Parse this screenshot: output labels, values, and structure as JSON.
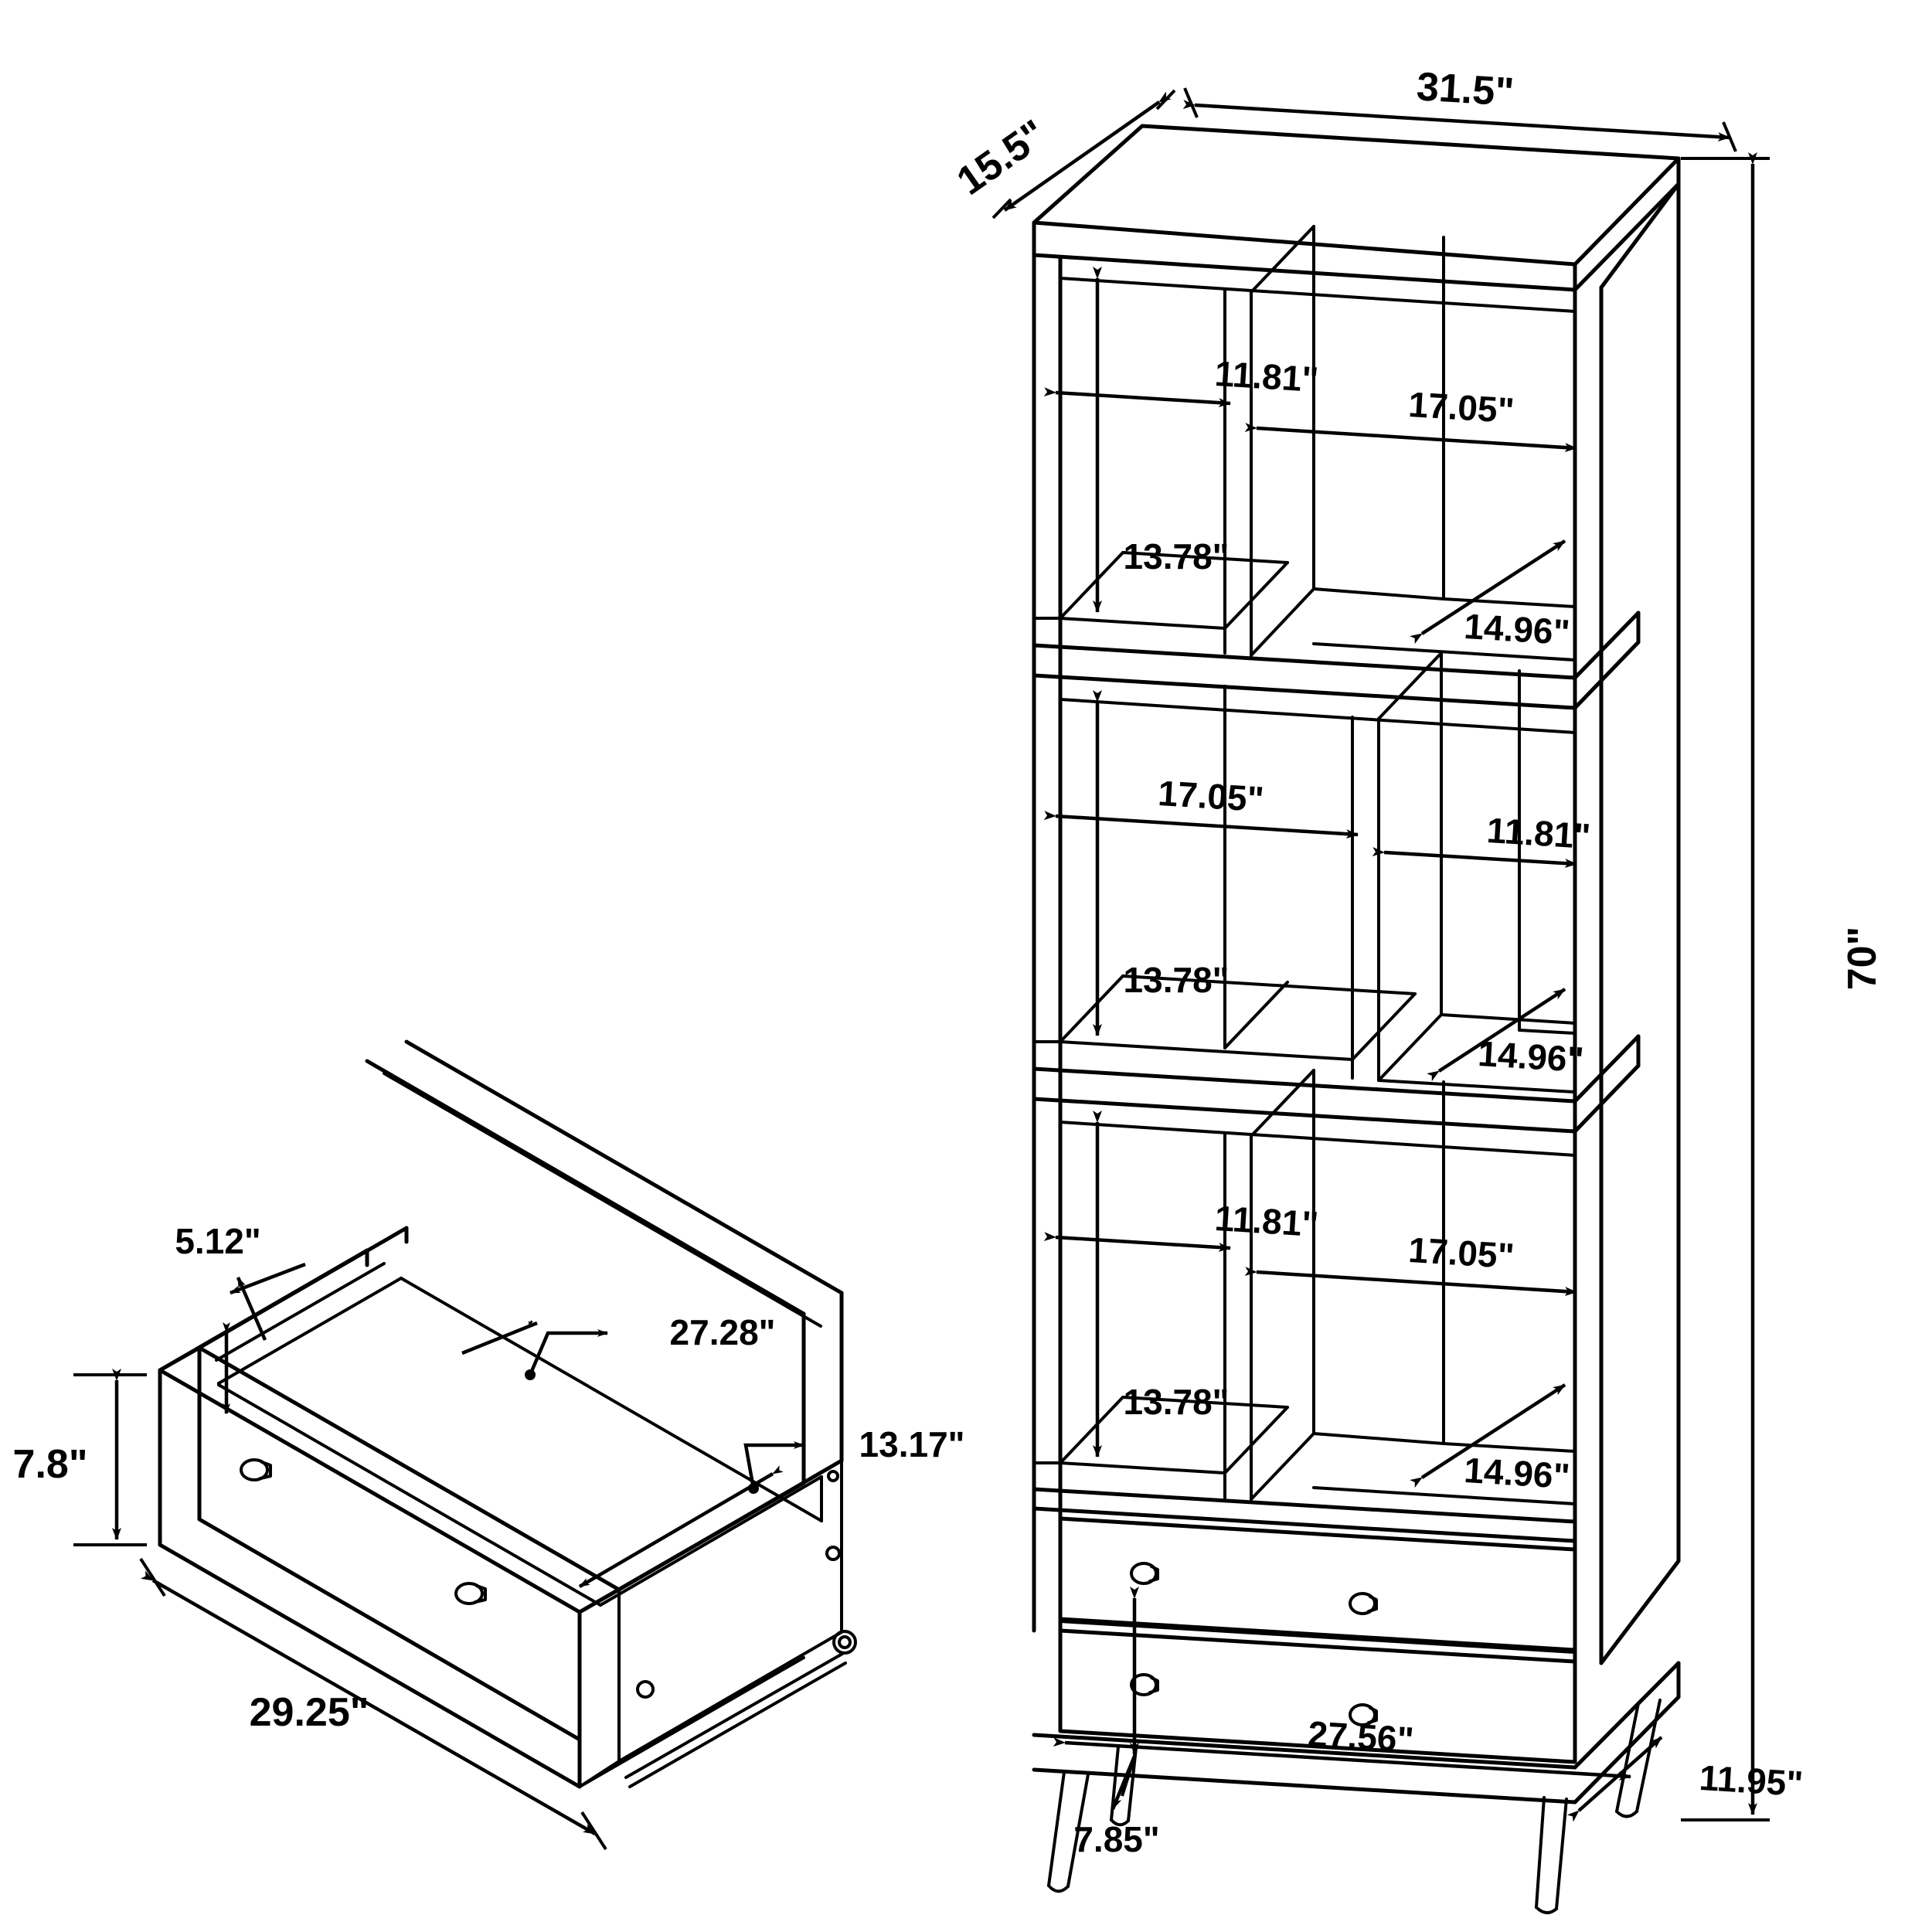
{
  "diagram": {
    "title": "Bookcase and drawer dimension drawing",
    "units": "inches",
    "line_color": "#000000",
    "background_color": "#ffffff"
  },
  "bookcase": {
    "name": "bookcase-assembly",
    "overall": {
      "width": "31.5\"",
      "depth": "15.5\"",
      "height": "70\""
    },
    "shelf_rows": [
      {
        "row": 1,
        "left_cube_width": "11.81\"",
        "right_cube_width": "17.05\"",
        "cube_height": "13.78\"",
        "cube_depth": "14.96\""
      },
      {
        "row": 2,
        "left_cube_width": "17.05\"",
        "right_cube_width": "11.81\"",
        "cube_height": "13.78\"",
        "cube_depth": "14.96\""
      },
      {
        "row": 3,
        "left_cube_width": "11.81\"",
        "right_cube_width": "17.05\"",
        "cube_height": "13.78\"",
        "cube_depth": "14.96\""
      }
    ],
    "base": {
      "leg_span_width": "27.56\"",
      "leg_span_depth": "11.95\"",
      "leg_height": "7.85\""
    },
    "drawer_count": 2,
    "knob_count": 4
  },
  "drawer": {
    "name": "drawer-detail",
    "front_height": "7.8\"",
    "front_width": "29.25\"",
    "inner_side_height": "5.12\"",
    "inner_length": "27.28\"",
    "inner_width": "13.17\"",
    "knob_count": 2
  },
  "labels": {
    "depth_15_5": "15.5\"",
    "width_31_5": "31.5\"",
    "height_70": "70\"",
    "r1_left": "11.81\"",
    "r1_right": "17.05\"",
    "r1_height": "13.78\"",
    "r1_depth": "14.96\"",
    "r2_left": "17.05\"",
    "r2_right": "11.81\"",
    "r2_height": "13.78\"",
    "r2_depth": "14.96\"",
    "r3_left": "11.81\"",
    "r3_right": "17.05\"",
    "r3_height": "13.78\"",
    "r3_depth": "14.96\"",
    "leg_width": "27.56\"",
    "leg_depth": "11.95\"",
    "leg_height": "7.85\"",
    "d_height": "7.8\"",
    "d_width": "29.25\"",
    "d_side": "5.12\"",
    "d_length": "27.28\"",
    "d_inner_w": "13.17\""
  }
}
